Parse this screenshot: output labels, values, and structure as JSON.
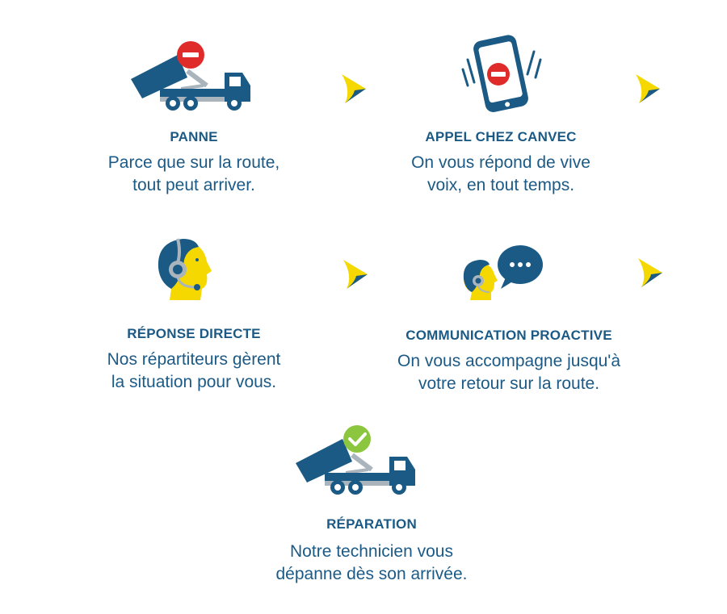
{
  "colors": {
    "brand_blue": "#1c5a86",
    "dark_blue": "#1b5a85",
    "grey": "#a9b4bc",
    "yellow": "#f5d800",
    "red": "#e02b2b",
    "green": "#8cc63e"
  },
  "steps": [
    {
      "icon": "broken-truck-icon",
      "title": "PANNE",
      "desc_line1": "Parce que sur la route,",
      "desc_line2": "tout peut arriver."
    },
    {
      "icon": "phone-alert-icon",
      "title": "APPEL CHEZ CANVEC",
      "desc_line1": "On vous répond de vive",
      "desc_line2": "voix, en tout temps."
    },
    {
      "icon": "headset-agent-icon",
      "title": "RÉPONSE DIRECTE",
      "desc_line1": "Nos répartiteurs gèrent",
      "desc_line2": "la situation pour vous."
    },
    {
      "icon": "agent-chat-icon",
      "title": "COMMUNICATION PROACTIVE",
      "desc_line1": "On vous accompagne jusqu'à",
      "desc_line2": "votre retour sur la route."
    },
    {
      "icon": "repaired-truck-icon",
      "title": "RÉPARATION",
      "desc_line1": "Notre technicien vous",
      "desc_line2": "dépanne dès son arrivée."
    }
  ]
}
